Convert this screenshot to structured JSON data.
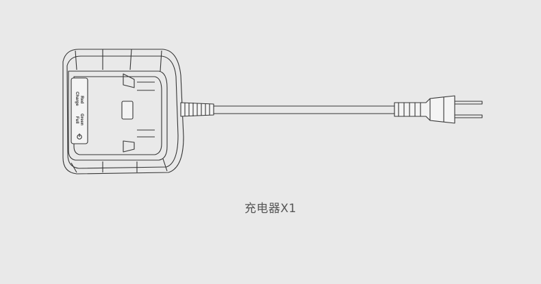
{
  "product": {
    "label_red": "Red",
    "label_charge": "Charge",
    "label_green": "Green",
    "label_full": "Full"
  },
  "caption": "充电器X1",
  "colors": {
    "background": "#e9e9e9",
    "line": "#333333",
    "caption": "#555555"
  }
}
